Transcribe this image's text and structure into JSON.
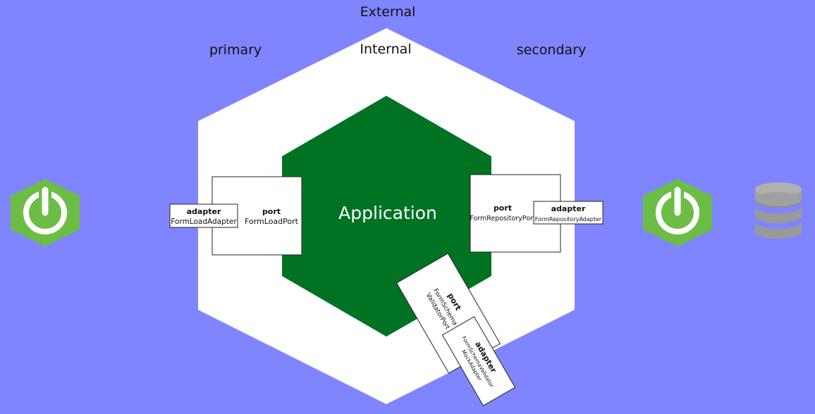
{
  "labels": {
    "external": "External",
    "internal": "Internal",
    "primary": "primary",
    "secondary": "secondary",
    "application": "Application"
  },
  "left_component": {
    "port_title": "port",
    "port_name": "FormLoadPort",
    "adapter_title": "adapter",
    "adapter_name": "FormLoadAdapter"
  },
  "right_component": {
    "port_title": "port",
    "port_name": "FormRepositoryPort",
    "adapter_title": "adapter",
    "adapter_name": "FormRepositoryAdapter"
  },
  "bottom_component": {
    "port_title": "port",
    "port_name_line1": "FormSchema",
    "port_name_line2": "ValidatorPort",
    "adapter_title": "adapter",
    "adapter_name_line1": "FormSchemaValidator",
    "adapter_name_line2": "MockAdapter"
  },
  "icons": {
    "left": "spring-power-icon",
    "right": "spring-power-icon",
    "database": "database-icon"
  },
  "colors": {
    "background": "#7f85ff",
    "outer_hexagon": "#ffffff",
    "inner_hexagon": "#007323",
    "spring_green": "#6cbd45",
    "database_gray": "#9a9a9a"
  }
}
